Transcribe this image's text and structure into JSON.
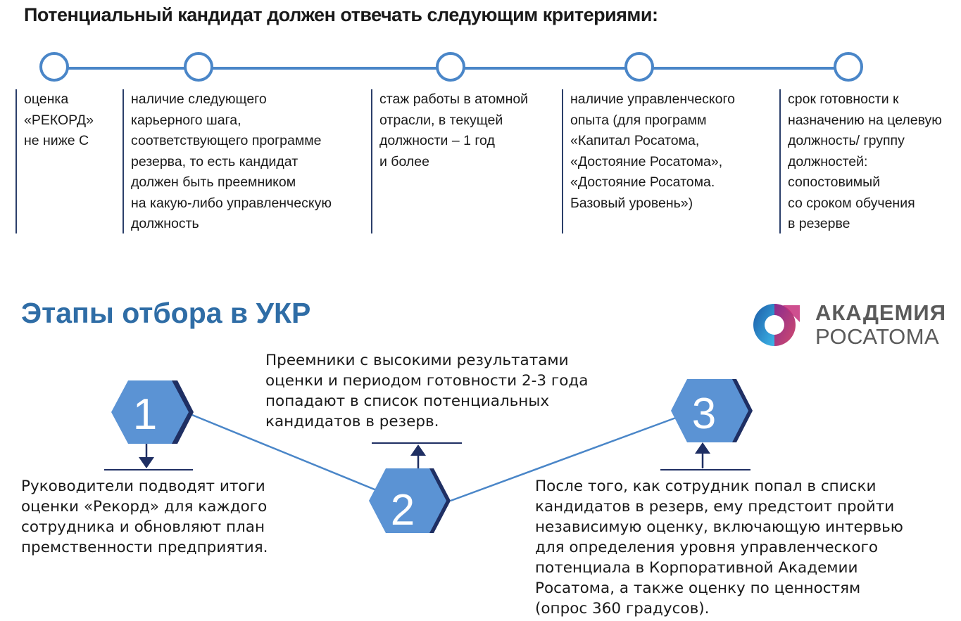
{
  "heading": "Потенциальный кандидат должен отвечать следующим критериями:",
  "criteria": [
    {
      "text": " оценка\n«РЕКОРД»\nне ниже С"
    },
    {
      "text": "наличие следующего\nкарьерного шага,\nсоответствующего программе\nрезерва, то есть кандидат\nдолжен быть преемником\nна какую-либо управленческую\nдолжность"
    },
    {
      "text": "стаж работы в атомной\nотрасли, в текущей\nдолжности – 1 год\nи более"
    },
    {
      "text": "наличие управленческого\nопыта (для программ\n«Капитал Росатома,\n«Достояние Росатома»,\n«Достояние Росатома.\nБазовый уровень»)"
    },
    {
      "text": "срок готовности к\nназначению на целевую\nдолжность/ группу\nдолжностей:\nсопостовимый\nсо сроком обучения\nв резерве"
    }
  ],
  "section_title": "Этапы отбора в УКР",
  "logo": {
    "line1": "АКАДЕМИЯ",
    "line2": "РОСАТОМА"
  },
  "stages": [
    {
      "number": "1",
      "text": "Руководители подводят итоги\nоценки «Рекорд» для каждого\nсотрудника и обновляют план\nпремственности предприятия."
    },
    {
      "number": "2",
      "text": "Преемники с высокими результатами\nоценки  и периодом готовности 2-3 года\nпопадают в список потенциальных\nкандидатов в резерв."
    },
    {
      "number": "3",
      "text": "После того, как сотрудник попал в списки\nкандидатов в резерв, ему предстоит пройти\nнезависимую оценку, включающую интервью\nдля определения уровня управленческого\nпотенциала в Корпоративной Академии\nРосатома, а также оценку по ценностям\n(опрос 360 градусов)."
    }
  ],
  "colors": {
    "accent": "#4a86c8",
    "hex_light": "#5b93d4",
    "hex_dark": "#1f2f63",
    "title_blue": "#2f6da6"
  }
}
